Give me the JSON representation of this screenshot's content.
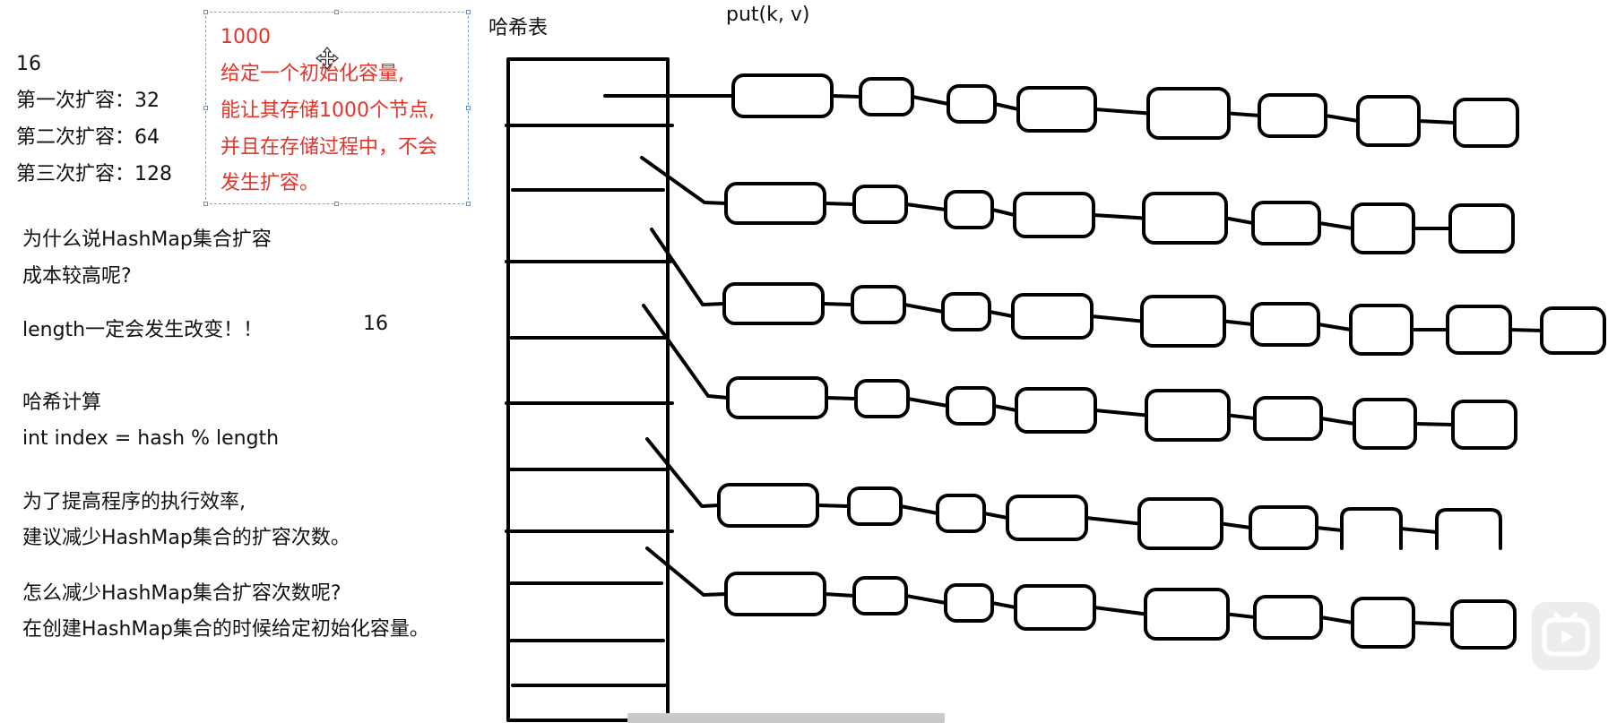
{
  "left_notes": {
    "initial": "16",
    "expand1": "第一次扩容：32",
    "expand2": "第二次扩容：64",
    "expand3": "第三次扩容：128",
    "q1_line1": "为什么说HashMap集合扩容",
    "q1_line2": "成本较高呢?",
    "length_change": "length一定会发生改变！！",
    "length_value": "16",
    "hash_title": "哈希计算",
    "hash_formula": "int index = hash % length",
    "efficiency_line1": "为了提高程序的执行效率,",
    "efficiency_line2": "建议减少HashMap集合的扩容次数。",
    "how_line1": "怎么减少HashMap集合扩容次数呢?",
    "how_line2": "在创建HashMap集合的时候给定初始化容量。"
  },
  "red_note": {
    "line1": "1000",
    "line2": "给定一个初始化容量,",
    "line3": "能让其存储1000个节点,",
    "line4": "并且在存储过程中，不会",
    "line5": "发生扩容。"
  },
  "diagram": {
    "table_title": "哈希表",
    "put_label": "put(k, v)"
  },
  "colors": {
    "text": "#111111",
    "red": "#e0352b",
    "stroke": "#000000",
    "selection": "#7ea6d8"
  },
  "icons": {
    "move_handle": "move-cursor-icon",
    "player": "play-icon"
  }
}
